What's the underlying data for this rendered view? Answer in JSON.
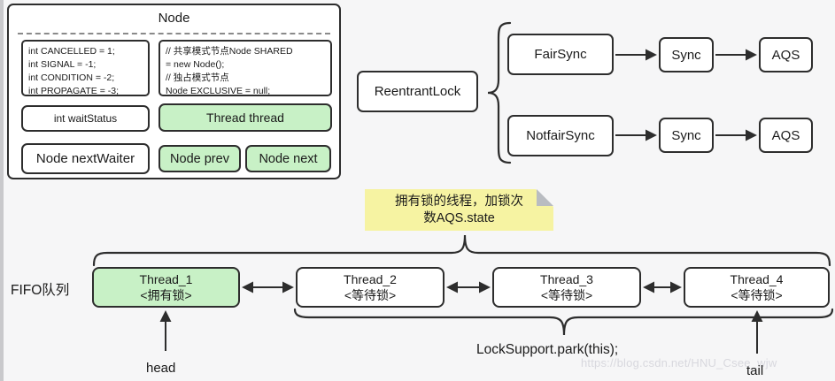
{
  "node_panel": {
    "title": "Node",
    "constants_code": [
      "int CANCELLED = 1;",
      "int SIGNAL = -1;",
      "int CONDITION = -2;",
      "int PROPAGATE = -3;"
    ],
    "mode_code": [
      "// 共享模式节点Node SHARED",
      "= new Node();",
      "// 独占模式节点",
      "Node EXCLUSIVE = null;"
    ],
    "fields": {
      "wait_status": "int waitStatus",
      "thread": "Thread thread",
      "next_waiter": "Node nextWaiter",
      "prev": "Node prev",
      "next": "Node next"
    }
  },
  "class_diagram": {
    "root": "ReentrantLock",
    "rows": [
      {
        "impl": "FairSync",
        "sync": "Sync",
        "aqs": "AQS"
      },
      {
        "impl": "NotfairSync",
        "sync": "Sync",
        "aqs": "AQS"
      }
    ]
  },
  "note": {
    "line1": "拥有锁的线程，加锁次",
    "line2": "数AQS.state"
  },
  "queue": {
    "label": "FIFO队列",
    "threads": [
      {
        "name": "Thread_1",
        "state": "<拥有锁>"
      },
      {
        "name": "Thread_2",
        "state": "<等待锁>"
      },
      {
        "name": "Thread_3",
        "state": "<等待锁>"
      },
      {
        "name": "Thread_4",
        "state": "<等待锁>"
      }
    ],
    "head_label": "head",
    "tail_label": "tail",
    "park_call": "LockSupport.park(this);"
  },
  "watermark": "https://blog.csdn.net/HNU_Csee_wjw",
  "colors": {
    "background": "#f6f6f7",
    "box_bg": "#ffffff",
    "border_dark": "#2d2d2d",
    "highlight_green": "#c8f1c6",
    "note_yellow": "#f6f3a2",
    "note_fold_gray": "#b9bcc1",
    "watermark_gray": "#d8d8de",
    "edge_strip_gray": "#c9c9cc"
  }
}
